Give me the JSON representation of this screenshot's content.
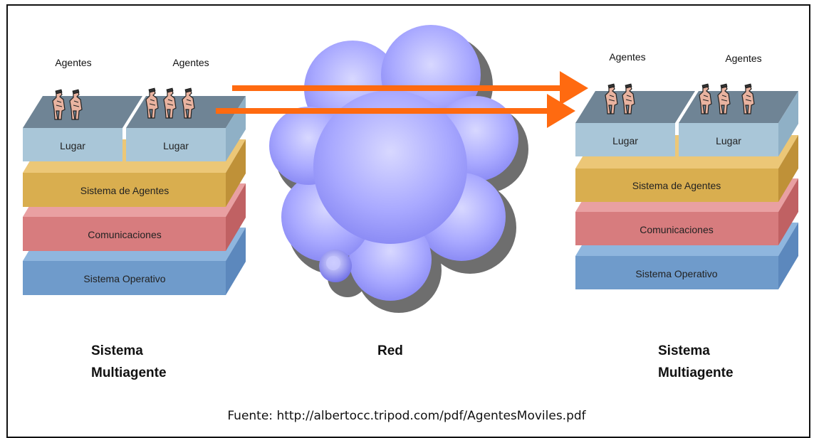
{
  "left_stack": {
    "agents_label_1": "Agentes",
    "agents_label_2": "Agentes",
    "place_1": "Lugar",
    "place_2": "Lugar",
    "agent_system": "Sistema de Agentes",
    "communications": "Comunicaciones",
    "os": "Sistema Operativo",
    "caption_line1": "Sistema",
    "caption_line2": "Multiagente"
  },
  "right_stack": {
    "agents_label_1": "Agentes",
    "agents_label_2": "Agentes",
    "place_1": "Lugar",
    "place_2": "Lugar",
    "agent_system": "Sistema de Agentes",
    "communications": "Comunicaciones",
    "os": "Sistema Operativo",
    "caption_line1": "Sistema",
    "caption_line2": "Multiagente"
  },
  "network": {
    "label": "Red"
  },
  "source": "Fuente: http://albertocc.tripod.com/pdf/AgentesMoviles.pdf",
  "colors": {
    "place": "#a9c6d8",
    "agent_system": "#d9ae4f",
    "communications": "#d77c7e",
    "os": "#6f9bcb",
    "arrow": "#ff6a10",
    "cloud": "#a9a9ff"
  },
  "icons": [
    "agent-figure-icon",
    "cloud-icon",
    "arrow-icon"
  ]
}
